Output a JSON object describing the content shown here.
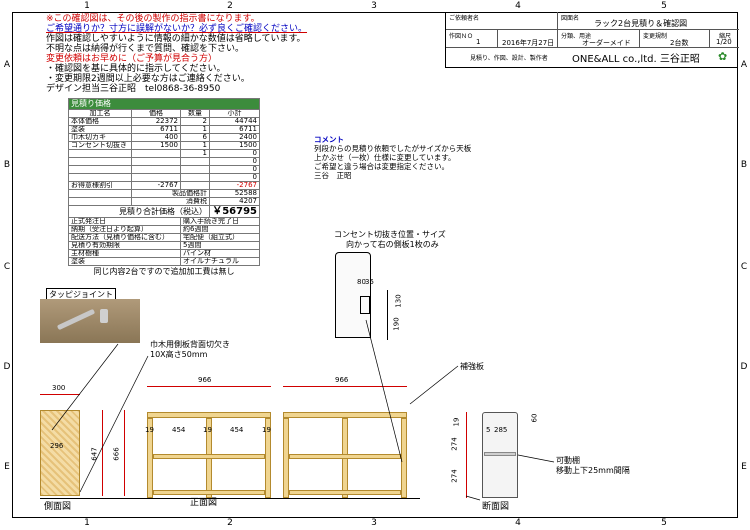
{
  "grid": {
    "columns": [
      "1",
      "2",
      "3",
      "4",
      "5"
    ],
    "rows": [
      "A",
      "B",
      "C",
      "D",
      "E"
    ]
  },
  "notes": {
    "l1": "※この確認図は、その後の製作の指示書になります。",
    "l2": "ご希望通りか？寸方に誤解がないか？必ず良くご確認ください。",
    "l3": "作図は確認しやすいように情報の細かな数値は省略しています。",
    "l4": "不明な点は納得が行くまで質問、確認を下さい。",
    "l5": "変更依頼はお早めに（ご予算が見合う方）",
    "l6": "・確認図を基に具体的に指示してください。",
    "l7": "・変更期限2週間以上必要な方はご連絡ください。",
    "l8": "デザイン担当三谷正昭　tel0868-36-8950"
  },
  "title_block": {
    "client_label": "ご依頼者名",
    "drawing_label": "図面名",
    "drawing_name": "ラック2台見積り＆確認図",
    "no_label": "作図ＮＯ",
    "no": "1",
    "date": "2016年7月27日",
    "cat_label": "分類、用途",
    "cat": "オーダーメイド",
    "change_label": "変更規制",
    "change": "2台数",
    "scale_label": "縮尺",
    "scale": "1/20",
    "maker": "見積り、作図、設計、製作者",
    "company": "ONE&ALL co.,ltd. 三谷正昭"
  },
  "estimate": {
    "title": "見積り価格",
    "headers": [
      "加工名",
      "価格",
      "数量",
      "小計"
    ],
    "rows": [
      [
        "本体価格",
        "22372",
        "2",
        "44744"
      ],
      [
        "塗装",
        "6711",
        "1",
        "6711"
      ],
      [
        "巾木切カキ",
        "400",
        "6",
        "2400"
      ],
      [
        "コンセント切抜き",
        "1500",
        "1",
        "1500"
      ],
      [
        "",
        "",
        "1",
        "0"
      ],
      [
        "",
        "",
        "",
        "0"
      ],
      [
        "",
        "",
        "",
        "0"
      ],
      [
        "",
        "",
        "",
        "0"
      ]
    ],
    "discount_label": "お得意様割引",
    "discount": "-2767",
    "discount_total": "-2767",
    "tax_ex_label": "製品価格計",
    "tax_ex": "52588",
    "tax_label": "消費税",
    "tax": "4207",
    "total_label": "見積り合計価格（税込）",
    "total": "￥56795",
    "info": [
      [
        "正式発注日",
        "購入手続き完了日"
      ],
      [
        "納期（受注日より起算）",
        "約6週間"
      ],
      [
        "配送方法（見積り価格に含む）",
        "宅配便（組立式）"
      ],
      [
        "見積り有効期限",
        "5週間"
      ],
      [
        "主材樹種",
        "パイン材"
      ],
      [
        "塗装",
        "オイルナチュラル"
      ]
    ],
    "footer": "同じ内容2台ですので追加加工費は無し"
  },
  "comment": {
    "title": "コメント",
    "l1": "列段からの見積り依頼でしたがサイズから天板",
    "l2": "上かぶせ（一枚）仕様に変更しています。",
    "l3": "ご希望と違う場合は変更指定ください。",
    "l4": "三谷　正昭"
  },
  "joint_label": "タッピジョイント",
  "callouts": {
    "habaki": "巾木用側板背面切欠き",
    "habaki_size": "10X高さ50mm",
    "outlet_title": "コンセント切抜き位置・サイズ",
    "outlet_sub": "向かって右の側板1枚のみ",
    "reinforce": "補強板",
    "shelf": "可動棚",
    "shelf_sub": "移動上下25mm間隔"
  },
  "views": {
    "side": "側面図",
    "front": "正面図",
    "section": "断面図"
  },
  "dims": {
    "side_depth": "300",
    "side_inner": "296",
    "side_h1": "647",
    "side_h2": "666",
    "front_w": "966",
    "front_w2": "966",
    "f19": "19",
    "f454": "454",
    "outlet_80": "80",
    "outlet_35": "35",
    "outlet_130": "130",
    "outlet_190": "190",
    "sec_285": "285",
    "sec_5": "5",
    "sec_19": "19",
    "sec_60": "60",
    "sec_274": "274"
  },
  "colors": {
    "red": "#d00000",
    "blue": "#0000c0",
    "table_header": "#3c8c3c"
  }
}
